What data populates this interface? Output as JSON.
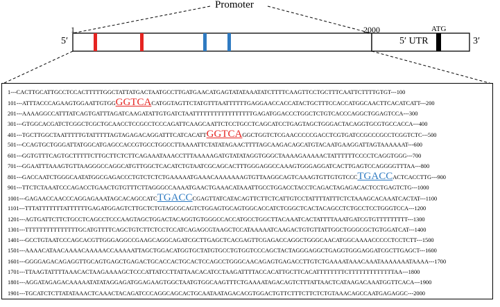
{
  "diagram": {
    "promoter_label": "Promoter",
    "pos_start": "1",
    "pos_end": "2000",
    "atg_label": "ATG",
    "utr_label": "5′ UTR",
    "five_prime": "5′",
    "three_prime": "3′",
    "colors": {
      "red_motif": "#e52421",
      "blue_motif": "#2f7bc2",
      "atg": "#000000"
    },
    "markers": [
      {
        "color": "red"
      },
      {
        "color": "red"
      },
      {
        "color": "blue"
      },
      {
        "color": "blue"
      }
    ]
  },
  "sequence": {
    "lines": [
      {
        "pre": "1---CACTTGCATTGCCTCCACTTTTTGGCTATTATGACTAATGCCTTGATGAACATGAGTATATAAATATCTTTTCAAGTTCCTGCTTTCAATTCTTTTGTGT---100"
      },
      {
        "pre": "101---ATTTACCCAGAAGTGGAATTGTGG",
        "motif": "GGTCA",
        "color": "red",
        "post": "CATGGTAGTTCTATGTTTAATTTTTTGAGGAACCACCATACTGCTTTCCACCATGGCAACTTCACATCATT---200"
      },
      {
        "pre": "201---AAAAGGCCATTTATCAGTGATTTAGATCAAGATATTGTGATCTAATTTTTTTTTTTTTTTTTGAGATGGACCCTGGCTCTGTCACCCAGGCTGGAGTCCA---300"
      },
      {
        "pre": "301---GTGGCACGATCTCGGCTCGCTGCAACCTCCGCCTCCCAGATTCAAGCAATTCTCCTGCCTCAGCATCCTGAGTAGCTGGGACTACAGGTGCGTGCCACCA---400"
      },
      {
        "pre": "401---TGCTTGGCTAATTTTTGTATTTTTAGTAGAGACAGGATTTCATCACATT",
        "motif": "GGTCA",
        "color": "red",
        "post": "GGCTGGTCTCGAACCCCCGACCTCGTGATCCGCCCGCCTCGGTCTC---500"
      },
      {
        "pre": "501---CCAGTGCTGGGATTATGGCATGAGCCACCGTGCCTGGCCTTAAAATTCTATATAGAACTTTTAGCAAGACAGCATGTACAATGAAGGATTAGTAAAAAAT---600"
      },
      {
        "pre": "601---GGTGTTTCAGTGCTTTTTCTTGCTTCTCTTCAGAAATAAACCTTTAAAAAGATGTATATAGGTGGGCTAAAAGAAAAACTATTTTTTCCCCTCAGGTGGG---700"
      },
      {
        "pre": "701---GGAATTTAAAGTGTTAAGGGCCAGGCATGTTGGCTCACATCTGTAATCGCAGCACTTTGGGAGGCCAAAGTGGGAGGATCACTTGAGTCCAGGGGTTTAA---800"
      },
      {
        "pre": "801---GACCAATCTGGGCAATATGGCGAGACCCTGTCTCTCTGAAAAATGAAACAAAAAAAGTGTTAAGGCAGTCAAAGTGTTGTGTCCC",
        "motif": "TGACC",
        "color": "blue",
        "post": "ACTCACCTTG---900"
      },
      {
        "pre": "901---TTCTCTAAATCCCAGACCTGAACTGTGTTTCTTAGGGCCAAAATGAACTGAAACATAAATTGCCTGGACCTACCTCAGACTAGAGACACTCCTGAGTCTG---1000"
      },
      {
        "pre": "1001---GAGAACCAACCCAGGAGAAATAGCACAGCCATC",
        "motif": "TGACC",
        "color": "blue",
        "post": "CGAGTTATCATACAGTTCTTCTCATTGTCCTATTTTATTTCTCTAAAGCACAAATCACTAT---1100"
      },
      {
        "pre": "1101---TTTATTTTTTTATTTTTTGAGATGGAGTCTTGCTCTGTAGCGCAGTCTGGAGTGCAGTGGCACCATCTCGGCTCACTACAGCCTCTGCCTCCTGGGTCCA---1200"
      },
      {
        "pre": "1201---AGTGATTCTTCTGCCTCAGCCTCCCAAGTAGCTGGACTACAGGTGTGGGCCACCATGCCTGGCTTACAAATCACTATTTTAAATGATCGTGTTTTTTTTT---1300"
      },
      {
        "pre": "1301---TTTTTTTTTTTTTTTGCATGTTTTCAGCTGTCTTCTCCTCCATCAGAGCGTAAGCTCCATAAAAATCAAGACTGTGTTATTGGCTGGGCGCTGTGGATCAT---1400"
      },
      {
        "pre": "1401---GCCTGTAATCCCAGCACGTTGGGAGGCCGAAGCAGGCAGATCGCTTGAGCTCACGAGTTCGAGACCAGGCTGGGCAACATGGCAAAACCCCCTCCTCTT---1500"
      },
      {
        "pre": "1501---AAAACATAACAAAACAAAAACCAAAAATTAGCTGGACATGGTGCTATGTGCCTGTGGTCCCAGCTACTAGGGAGGCTGAGGTGGGAGGATCGCTTGAGCT---1600"
      },
      {
        "pre": "1601---GGGGAGACAGAGGTTGCAGTGAGCTGAGACTGCACCACTGCACTCCAGCCTGGGCAACAGAGTGAGACCTTGTCTGAAAATAAACAAATAAAAAAATAAAA---1700"
      },
      {
        "pre": "1701---TTAAGTATTTTAAACACTAAGAAAAGCTCCCATTATCCTTATTAACACATCCTAAGATTTTACCACATTGCTTCACATTTTTTTTCTTTTTTTTTTTTTAA---1800"
      },
      {
        "pre": "1801---AGGATAGAGACAAAAATATATAGGAGATGGAGAAGTGGCTAATGTGGCAAGTTTCTGAAAATAGACAGTCTTTATTAACTCATAAGACAAATGGTTCACA---1900"
      },
      {
        "pre": "1901---TGCATCTCTTATATAAACTCAAACTACAGATCCCAGGCAGCACTGCAATAATAGACACGTGGACTGTTCTTTCTTCTCTGTAAACAGCCAATGAGAGGC---2000"
      }
    ]
  }
}
